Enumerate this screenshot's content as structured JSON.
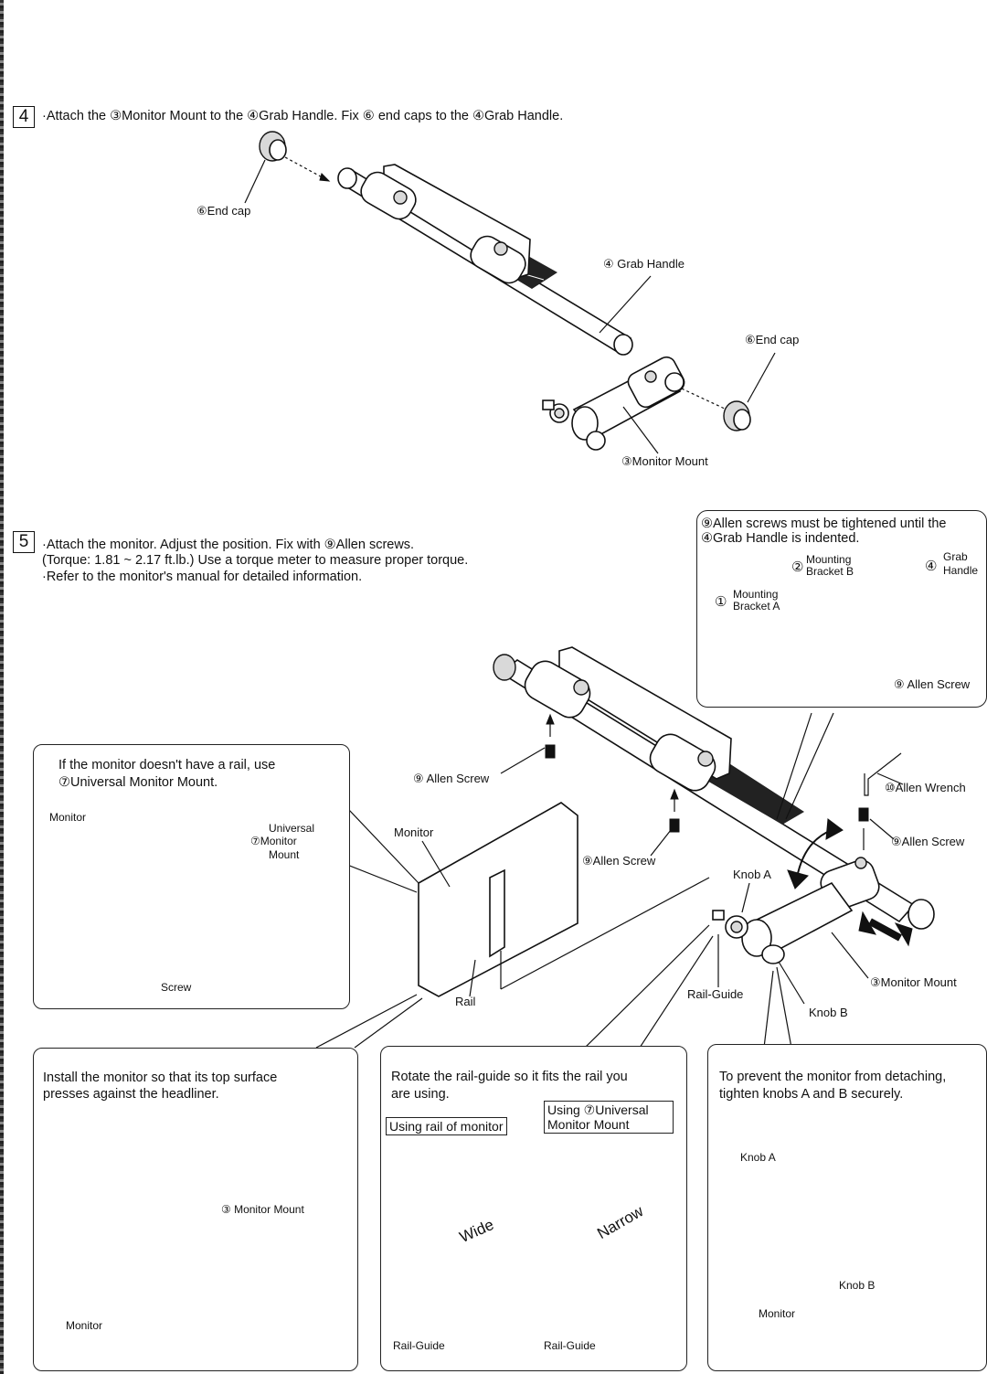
{
  "step4": {
    "number": "4",
    "instruction": "·Attach the ③Monitor Mount to the ④Grab Handle. Fix ⑥ end caps to the ④Grab Handle.",
    "labels": {
      "end_cap_left": "⑥End cap",
      "grab_handle": "④ Grab Handle",
      "end_cap_right": "⑥End cap",
      "monitor_mount": "③Monitor Mount"
    }
  },
  "step5": {
    "number": "5",
    "line1": "·Attach the monitor. Adjust the position. Fix with ⑨Allen screws.",
    "line2": "(Torque: 1.81 ~ 2.17 ft.lb.) Use a torque meter to measure proper torque.",
    "line3": "·Refer to the monitor's manual for detailed information.",
    "labels": {
      "allen_screw_1": "⑨ Allen Screw",
      "allen_screw_2": "⑨Allen Screw",
      "allen_screw_3": "⑨Allen Screw",
      "allen_wrench": "⑩Allen Wrench",
      "monitor": "Monitor",
      "knob_a": "Knob A",
      "knob_b": "Knob B",
      "rail_guide": "Rail-Guide",
      "rail": "Rail",
      "monitor_mount": "③Monitor Mount"
    }
  },
  "inset_allen": {
    "line1": "⑨Allen screws must be tightened until the",
    "line2": "④Grab Handle is indented.",
    "mounting_bracket_b_num": "②",
    "mounting_bracket_b_1": "Mounting",
    "mounting_bracket_b_2": "Bracket B",
    "grab_handle_num": "④",
    "grab_handle_1": "Grab",
    "grab_handle_2": "Handle",
    "mounting_bracket_a_num": "①",
    "mounting_bracket_a_1": "Mounting",
    "mounting_bracket_a_2": "Bracket A",
    "allen_screw": "⑨ Allen Screw"
  },
  "panel_universal": {
    "line1": "If the monitor doesn't have a rail, use",
    "line2": "⑦Universal Monitor Mount.",
    "monitor": "Monitor",
    "universal_1": "Universal",
    "universal_2": "⑦Monitor",
    "universal_3": "Mount",
    "screw": "Screw"
  },
  "panel_install": {
    "line1": "Install the monitor so that its top surface",
    "line2": "presses against the headliner.",
    "monitor_mount": "③ Monitor Mount",
    "monitor": "Monitor"
  },
  "panel_rotate": {
    "line1": "Rotate the rail-guide so it fits the rail you",
    "line2": "are using.",
    "tag_left": "Using rail of monitor",
    "tag_right_1": "Using ⑦Universal",
    "tag_right_2": "Monitor Mount",
    "wide": "Wide",
    "narrow": "Narrow",
    "rail_guide_left": "Rail-Guide",
    "rail_guide_right": "Rail-Guide"
  },
  "panel_knobs": {
    "line1": "To prevent the monitor from detaching,",
    "line2": "tighten knobs A and B securely.",
    "knob_a": "Knob A",
    "knob_b": "Knob B",
    "monitor": "Monitor"
  }
}
